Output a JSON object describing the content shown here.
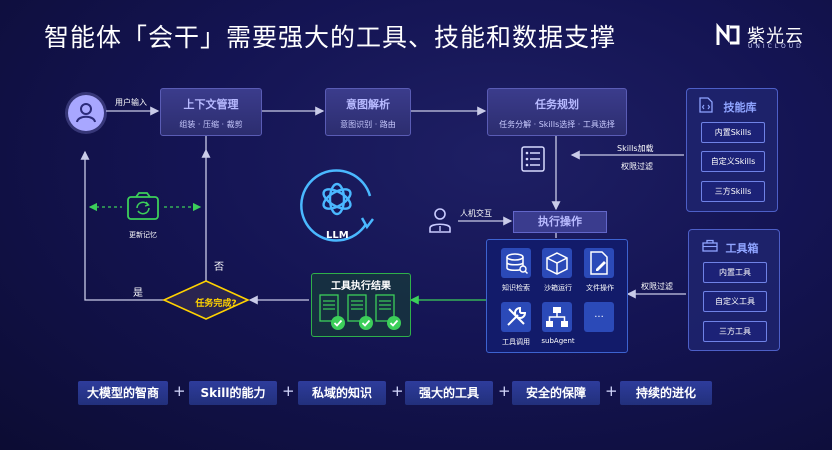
{
  "title": "智能体「会干」需要强大的工具、技能和数据支撑",
  "logo": {
    "name": "紫光云",
    "sub": "UNICLOUD"
  },
  "colors": {
    "background": "#141453",
    "accent": "#8fa4ff",
    "success": "#2fb04a",
    "decision": "#ffd200"
  },
  "user_input_label": "用户输入",
  "steps": [
    {
      "title": "上下文管理",
      "sub": "组装 · 压缩 · 裁剪"
    },
    {
      "title": "意图解析",
      "sub": "意图识别 · 路由"
    },
    {
      "title": "任务规划",
      "sub": "任务分解 · Skills选择 · 工具选择"
    }
  ],
  "skills_load_label": "Skills加载",
  "permission_filter_label": "权限过滤",
  "skill_library": {
    "title": "技能库",
    "items": [
      "内置Skills",
      "自定义Skills",
      "三方Skills"
    ]
  },
  "toolbox": {
    "title": "工具箱",
    "items": [
      "内置工具",
      "自定义工具",
      "三方工具"
    ]
  },
  "tool_permission_label": "权限过滤",
  "human_interaction_label": "人机交互",
  "execute_label": "执行操作",
  "tools": [
    {
      "icon": "database-icon",
      "label": "知识检索"
    },
    {
      "icon": "cube-icon",
      "label": "沙箱运行"
    },
    {
      "icon": "file-edit-icon",
      "label": "文件操作"
    },
    {
      "icon": "wrench-icon",
      "label": "工具调用"
    },
    {
      "icon": "hierarchy-icon",
      "label": "subAgent"
    },
    {
      "icon": "more-icon",
      "label": "..."
    }
  ],
  "llm_label": "LLM",
  "result_label": "工具执行结果",
  "decision_label": "任务完成?",
  "no_label": "否",
  "yes_label": "是",
  "memory_label": "更新记忆",
  "capabilities": [
    "大模型的智商",
    "Skill的能力",
    "私域的知识",
    "强大的工具",
    "安全的保障",
    "持续的进化"
  ]
}
